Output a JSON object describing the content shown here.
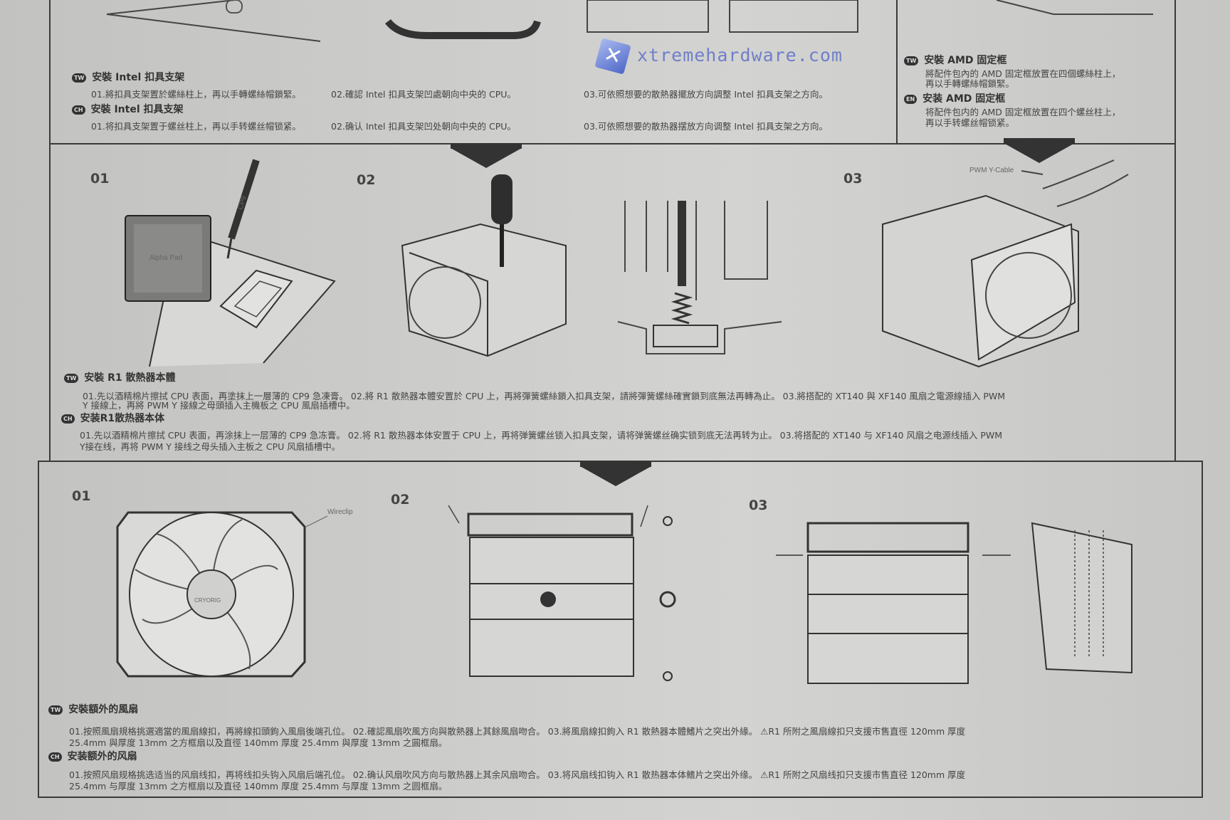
{
  "top_section": {
    "intel": {
      "tw_badge": "TW",
      "tw_heading": "安裝 Intel 扣具支架",
      "tw_steps": [
        "01.將扣具支架置於螺絲柱上，再以手轉螺絲帽鎖緊。",
        "02.確認 Intel 扣具支架凹處朝向中央的 CPU。",
        "03.可依照想要的散熱器擺放方向調整 Intel 扣具支架之方向。"
      ],
      "ch_badge": "CH",
      "ch_heading": "安裝 Intel 扣具支架",
      "ch_steps": [
        "01.将扣具支架置于螺丝柱上，再以手转螺丝帽锁紧。",
        "02.确认 Intel 扣具支架凹处朝向中央的 CPU。",
        "03.可依照想要的散热器摆放方向调整 Intel 扣具支架之方向。"
      ]
    },
    "amd": {
      "tw_badge": "TW",
      "tw_heading": "安裝 AMD 固定框",
      "tw_lines": [
        "將配件包內的 AMD 固定框放置在四個螺絲柱上，",
        "再以手轉螺絲帽鎖緊。"
      ],
      "en_badge": "EN",
      "en_heading": "安装 AMD 固定框",
      "en_lines": [
        "将配件包内的 AMD 固定框放置在四个螺丝柱上，",
        "再以手转螺丝帽锁紧。"
      ]
    }
  },
  "middle_section": {
    "step_labels": [
      "01",
      "02",
      "03"
    ],
    "labels": {
      "pad": "Alpha Pad",
      "syringe": "CP9",
      "cable": "PWM Y-Cable"
    },
    "tw_badge": "TW",
    "tw_heading": "安裝 R1 散熱器本體",
    "tw_line1": "01.先以酒精棉片擦拭 CPU 表面，再塗抹上一層薄的 CP9 急凍膏。  02.將 R1 散熱器本體安置於 CPU 上，再將彈簧螺絲鎖入扣具支架，請將彈簧螺絲確實鎖到底無法再轉為止。  03.將搭配的 XT140 與 XF140 風扇之電源線插入 PWM",
    "tw_line2": "Y 接線上，再將 PWM Y 接線之母頭插入主機板之 CPU 風扇插槽中。",
    "ch_badge": "CH",
    "ch_heading": "安装R1散热器本体",
    "ch_line1": "01.先以酒精棉片擦拭 CPU 表面，再涂抹上一层薄的 CP9 急冻膏。  02.将 R1 散热器本体安置于 CPU 上，再将弹簧螺丝锁入扣具支架，请将弹簧螺丝确实锁到底无法再转为止。  03.将搭配的 XT140 与 XF140 风扇之电源线插入 PWM",
    "ch_line2": "Y接在线，再将 PWM Y 接线之母头插入主板之 CPU 风扇插槽中。"
  },
  "bottom_section": {
    "step_labels": [
      "01",
      "02",
      "03"
    ],
    "labels": {
      "wireclip": "Wireclip",
      "fan_brand": "CRYORIG"
    },
    "tw_badge": "TW",
    "tw_heading": "安裝額外的風扇",
    "tw_line1": "01.按照風扇規格挑選適當的風扇線扣，再將線扣頭鉤入風扇後端孔位。  02.確認風扇吹風方向與散熱器上其餘風扇吻合。  03.將風扇線扣鉤入 R1 散熱器本體鰭片之突出外緣。  ⚠R1 所附之風扇線扣只支援市售直徑 120mm 厚度",
    "tw_line2": "25.4mm 與厚度 13mm 之方框扇以及直徑 140mm 厚度 25.4mm 與厚度 13mm 之圓框扇。",
    "ch_badge": "CH",
    "ch_heading": "安装额外的风扇",
    "ch_line1": "01.按照风扇规格挑选适当的风扇线扣，再将线扣头钩入风扇后端孔位。  02.确认风扇吹风方向与散热器上其余风扇吻合。  03.将风扇线扣钩入 R1 散热器本体鳍片之突出外缘。  ⚠R1 所附之风扇线扣只支援市售直径 120mm 厚度",
    "ch_line2": "25.4mm 与厚度 13mm 之方框扇以及直径 140mm 厚度 25.4mm 与厚度 13mm 之圆框扇。"
  },
  "watermark": {
    "text": "xtremehardware.com"
  }
}
